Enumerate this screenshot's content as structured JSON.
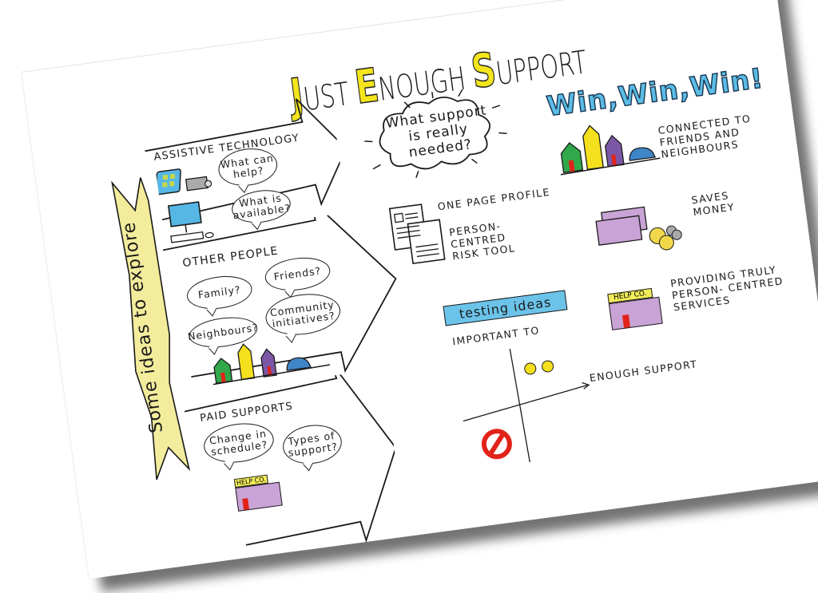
{
  "title": {
    "letters": [
      {
        "cap": "J",
        "rest": "UST "
      },
      {
        "cap": "E",
        "rest": "NOUGH "
      },
      {
        "cap": "S",
        "rest": "UPPORT"
      }
    ],
    "full": "Just Enough Support",
    "accent_color": "#f4e51c"
  },
  "side_ribbon": {
    "text": "Some ideas to explore",
    "color": "#f2ec9c"
  },
  "sections": [
    {
      "heading": "ASSISTIVE TECHNOLOGY",
      "bubbles": [
        "What can help?",
        "What is available?"
      ],
      "icons": [
        "tablet-icon",
        "camera-icon",
        "computer-icon"
      ]
    },
    {
      "heading": "OTHER PEOPLE",
      "bubbles": [
        "Family?",
        "Friends?",
        "Neighbours?",
        "Community initiatives?"
      ],
      "icons": [
        "house-green-icon",
        "house-yellow-icon",
        "house-purple-icon",
        "car-icon"
      ]
    },
    {
      "heading": "PAID SUPPORTS",
      "bubbles": [
        "Change in schedule?",
        "Types of support?"
      ],
      "icons": [
        "help-co-building-icon"
      ],
      "building_sign": "HELP CO."
    }
  ],
  "center": {
    "cloud": "What support is really needed?",
    "documents": [
      "ONE PAGE PROFILE",
      "PERSON-CENTRED RISK TOOL"
    ],
    "banner": "testing ideas",
    "banner_color": "#6cc3ea",
    "axis_y_label": "IMPORTANT TO",
    "axis_x_label": "ENOUGH SUPPORT",
    "icons": [
      "lightbulb-icon",
      "lightbulb-icon",
      "no-entry-icon"
    ]
  },
  "win": {
    "heading": "Win,Win,Win!",
    "heading_color": "#5bbde6",
    "items": [
      {
        "text": "CONNECTED TO\nFRIENDS AND\nNEIGHBOURS",
        "icon": "houses-and-car-icon"
      },
      {
        "text": "SAVES\nMONEY",
        "icon": "money-icon"
      },
      {
        "text": "PROVIDING TRULY\nPERSON- CENTRED\nSERVICES",
        "icon": "help-co-building-icon",
        "sign": "HELP CO."
      }
    ]
  }
}
